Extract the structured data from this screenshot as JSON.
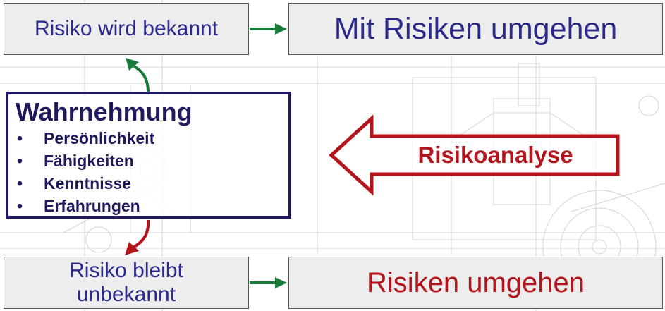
{
  "colors": {
    "navy_text": "#2a2a8c",
    "dark_navy": "#1f1a5e",
    "red": "#b4141c",
    "green": "#1a7a3a",
    "box_fill": "#ededed"
  },
  "boxes": {
    "risk_known": "Risiko wird bekannt",
    "manage_risks": "Mit Risiken umgehen",
    "risk_unknown_line1": "Risiko bleibt",
    "risk_unknown_line2": "unbekannt",
    "avoid_risks": "Risiken umgehen"
  },
  "perception": {
    "title": "Wahrnehmung",
    "bullet": "•",
    "items": [
      "Persönlichkeit",
      "Fähigkeiten",
      "Kenntnisse",
      "Erfahrungen"
    ]
  },
  "analysis": {
    "label": "Risikoanalyse"
  }
}
